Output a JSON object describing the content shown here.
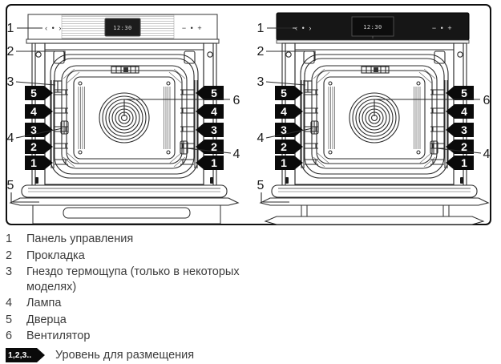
{
  "diagram": {
    "callouts": {
      "c1": "1",
      "c2": "2",
      "c3": "3",
      "c4": "4",
      "c5": "5",
      "c6": "6"
    },
    "shelf_levels": [
      "5",
      "4",
      "3",
      "2",
      "1"
    ],
    "panel": {
      "display_time": "12:30",
      "controls_left": "‹ • ›",
      "controls_right": "− • +"
    }
  },
  "legend": {
    "items": [
      {
        "num": "1",
        "label": "Панель управления"
      },
      {
        "num": "2",
        "label": "Прокладка"
      },
      {
        "num": "3",
        "label": "Гнездо термощупа (только в некоторых моделях)"
      },
      {
        "num": "4",
        "label": "Лампа"
      },
      {
        "num": "5",
        "label": "Дверца"
      },
      {
        "num": "6",
        "label": "Вентилятор"
      }
    ],
    "levels_badge": {
      "label": "1,2,3..",
      "description": "Уровень для размещения"
    }
  },
  "colors": {
    "line": "#2b2b2b",
    "badge_bg": "#0a0a0a",
    "panel_dark": "#161616"
  }
}
